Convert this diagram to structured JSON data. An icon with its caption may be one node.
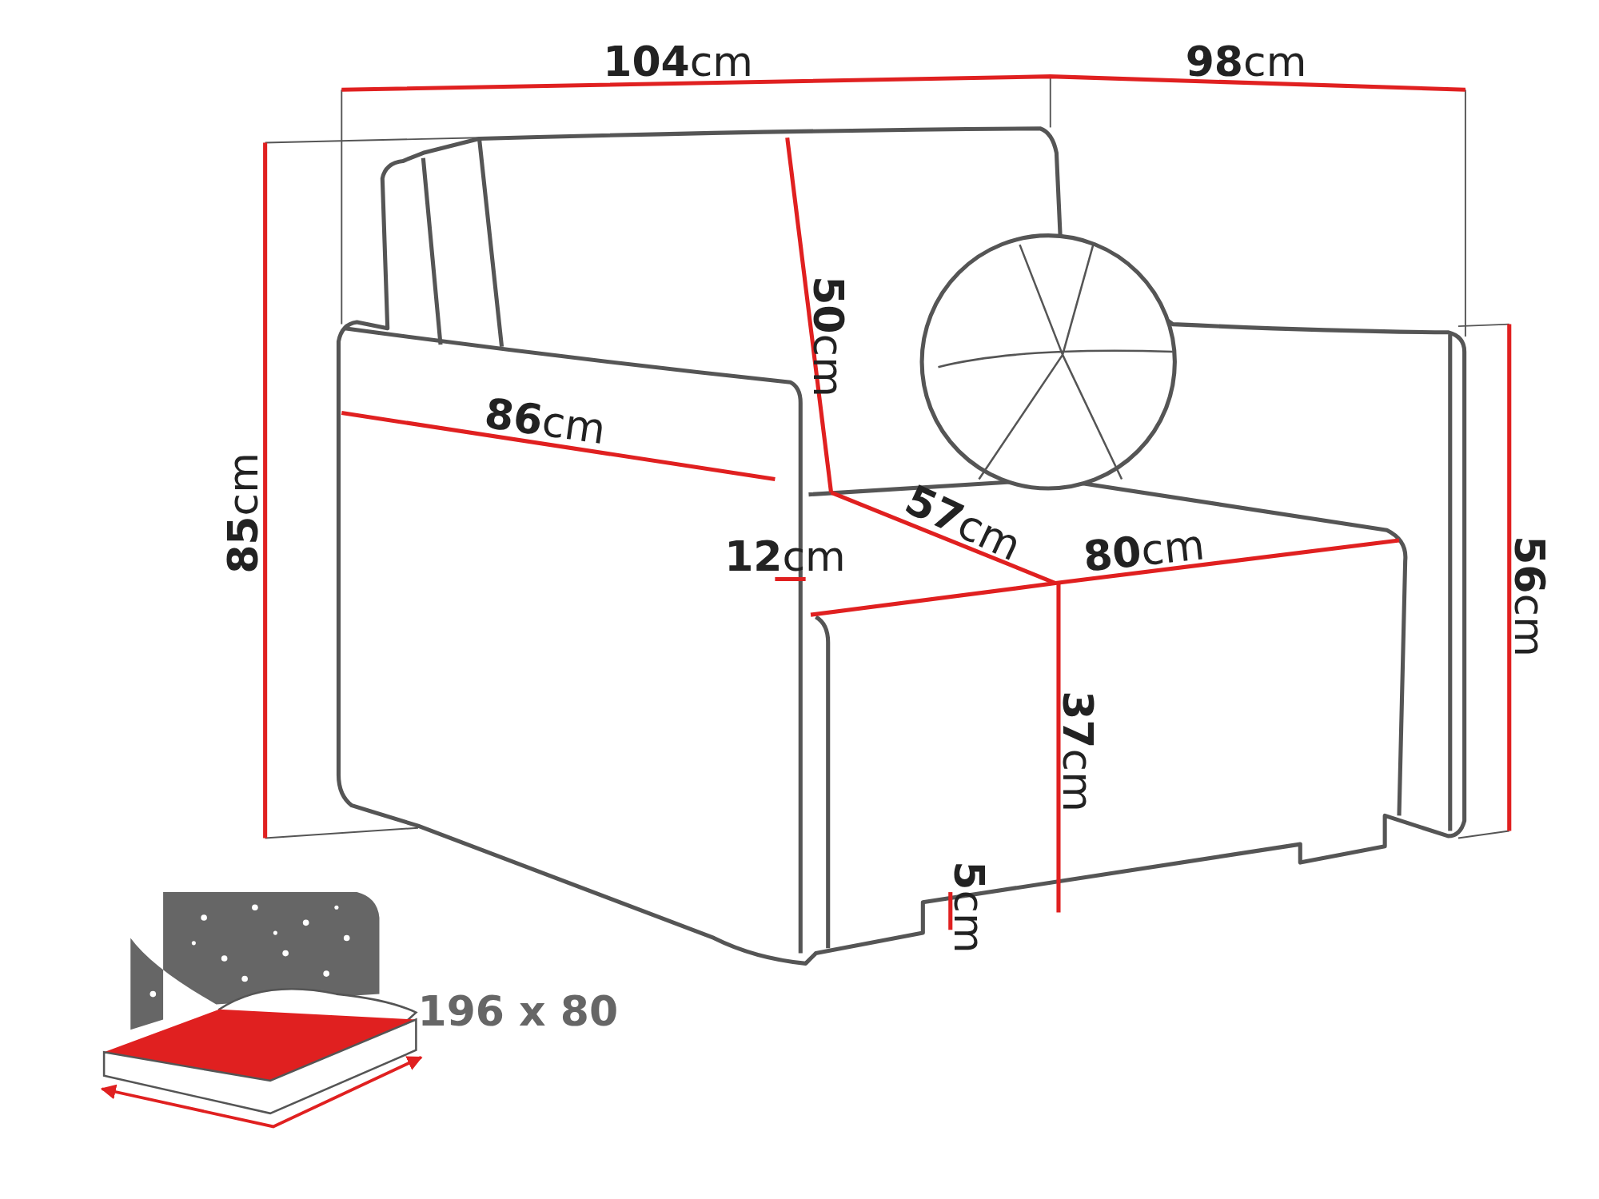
{
  "diagram": {
    "labels": [
      "**104**cm",
      "**98**cm",
      "**85**cm",
      "**50**cm",
      "**86**cm",
      "**57**cm",
      "**12**cm",
      "**80**cm",
      "**56**cm",
      "**37**cm",
      "**5**cm",
      "196 x 80"
    ]
  }
}
